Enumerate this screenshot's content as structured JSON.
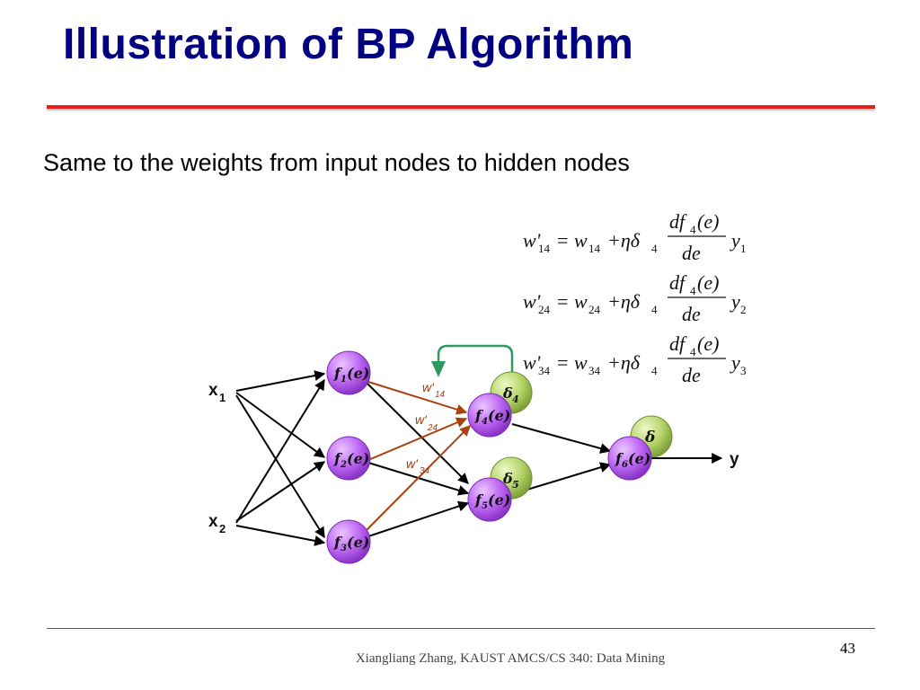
{
  "slide": {
    "title": "Illustration of BP Algorithm",
    "subtitle": "Same to the weights from input nodes to hidden nodes",
    "footer": "Xiangliang Zhang, KAUST AMCS/CS 340: Data Mining",
    "page_number": "43"
  },
  "colors": {
    "title": "#000080",
    "title_rule": "#e8201c",
    "neuron": "#c06cf5",
    "delta_node": "#b6d46a",
    "updated_weight_arrow": "#a8420f",
    "feedback_arrow": "#2e9a60"
  },
  "equations": [
    {
      "lhs_w": "w'",
      "lhs_idx": "14",
      "rhs_w": "w",
      "rhs_idx": "14",
      "eta_delta": "+ηδ",
      "delta_idx": "4",
      "num": "df",
      "num_idx": "4",
      "num_arg": "(e)",
      "den": "de",
      "y": "y",
      "y_idx": "1"
    },
    {
      "lhs_w": "w'",
      "lhs_idx": "24",
      "rhs_w": "w",
      "rhs_idx": "24",
      "eta_delta": "+ηδ",
      "delta_idx": "4",
      "num": "df",
      "num_idx": "4",
      "num_arg": "(e)",
      "den": "de",
      "y": "y",
      "y_idx": "2"
    },
    {
      "lhs_w": "w'",
      "lhs_idx": "34",
      "rhs_w": "w",
      "rhs_idx": "34",
      "eta_delta": "+ηδ",
      "delta_idx": "4",
      "num": "df",
      "num_idx": "4",
      "num_arg": "(e)",
      "den": "de",
      "y": "y",
      "y_idx": "3"
    }
  ],
  "network": {
    "inputs": [
      {
        "main": "x",
        "sub": "1"
      },
      {
        "main": "x",
        "sub": "2"
      }
    ],
    "output": "y",
    "neurons": [
      {
        "f": "f",
        "sub": "1",
        "arg": "(e)"
      },
      {
        "f": "f",
        "sub": "2",
        "arg": "(e)"
      },
      {
        "f": "f",
        "sub": "3",
        "arg": "(e)"
      },
      {
        "f": "f",
        "sub": "4",
        "arg": "(e)"
      },
      {
        "f": "f",
        "sub": "5",
        "arg": "(e)"
      },
      {
        "f": "f",
        "sub": "6",
        "arg": "(e)"
      }
    ],
    "deltas": [
      {
        "sym": "δ",
        "sub": "4"
      },
      {
        "sym": "δ",
        "sub": "5"
      },
      {
        "sym": "δ",
        "sub": ""
      }
    ],
    "weight_labels": [
      {
        "w": "w'",
        "sub": "14"
      },
      {
        "w": "w'",
        "sub": "24"
      },
      {
        "w": "w'",
        "sub": "34"
      }
    ]
  }
}
